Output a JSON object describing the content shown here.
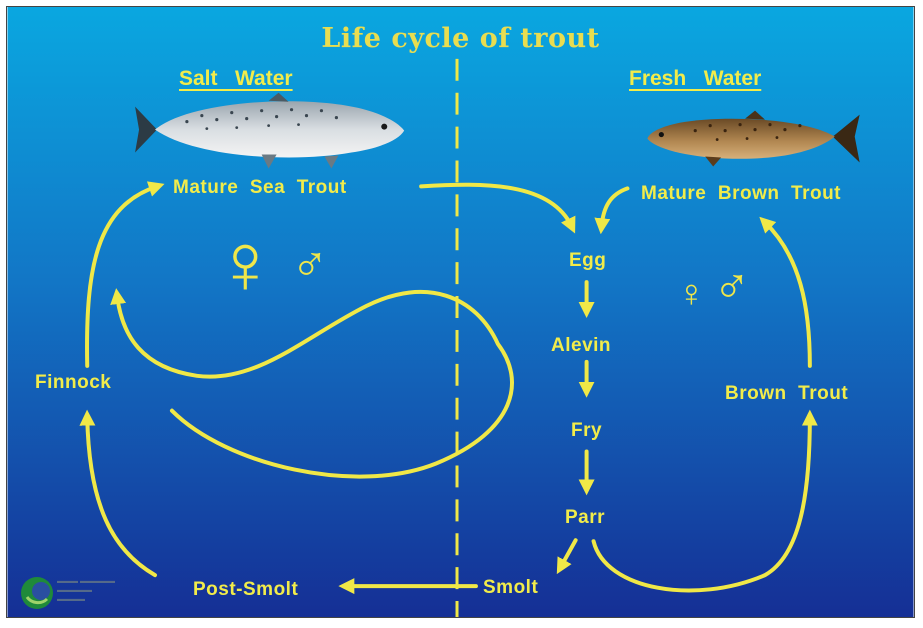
{
  "diagram": {
    "title": "Life cycle of trout",
    "salt_water": "Salt   Water",
    "fresh_water": "Fresh   Water",
    "stages": {
      "mature_sea_trout": "Mature  Sea  Trout",
      "mature_brown_trout": "Mature  Brown  Trout",
      "egg": "Egg",
      "alevin": "Alevin",
      "fry": "Fry",
      "parr": "Parr",
      "smolt": "Smolt",
      "post_smolt": "Post-Smolt",
      "finnock": "Finnock",
      "brown_trout": "Brown  Trout"
    },
    "symbols": {
      "female": "♀",
      "male": "♂"
    }
  },
  "colors": {
    "background_top": "#0aa7e0",
    "background_bottom": "#152f95",
    "label": "#f2ec4a",
    "arrow": "#f0e847"
  }
}
